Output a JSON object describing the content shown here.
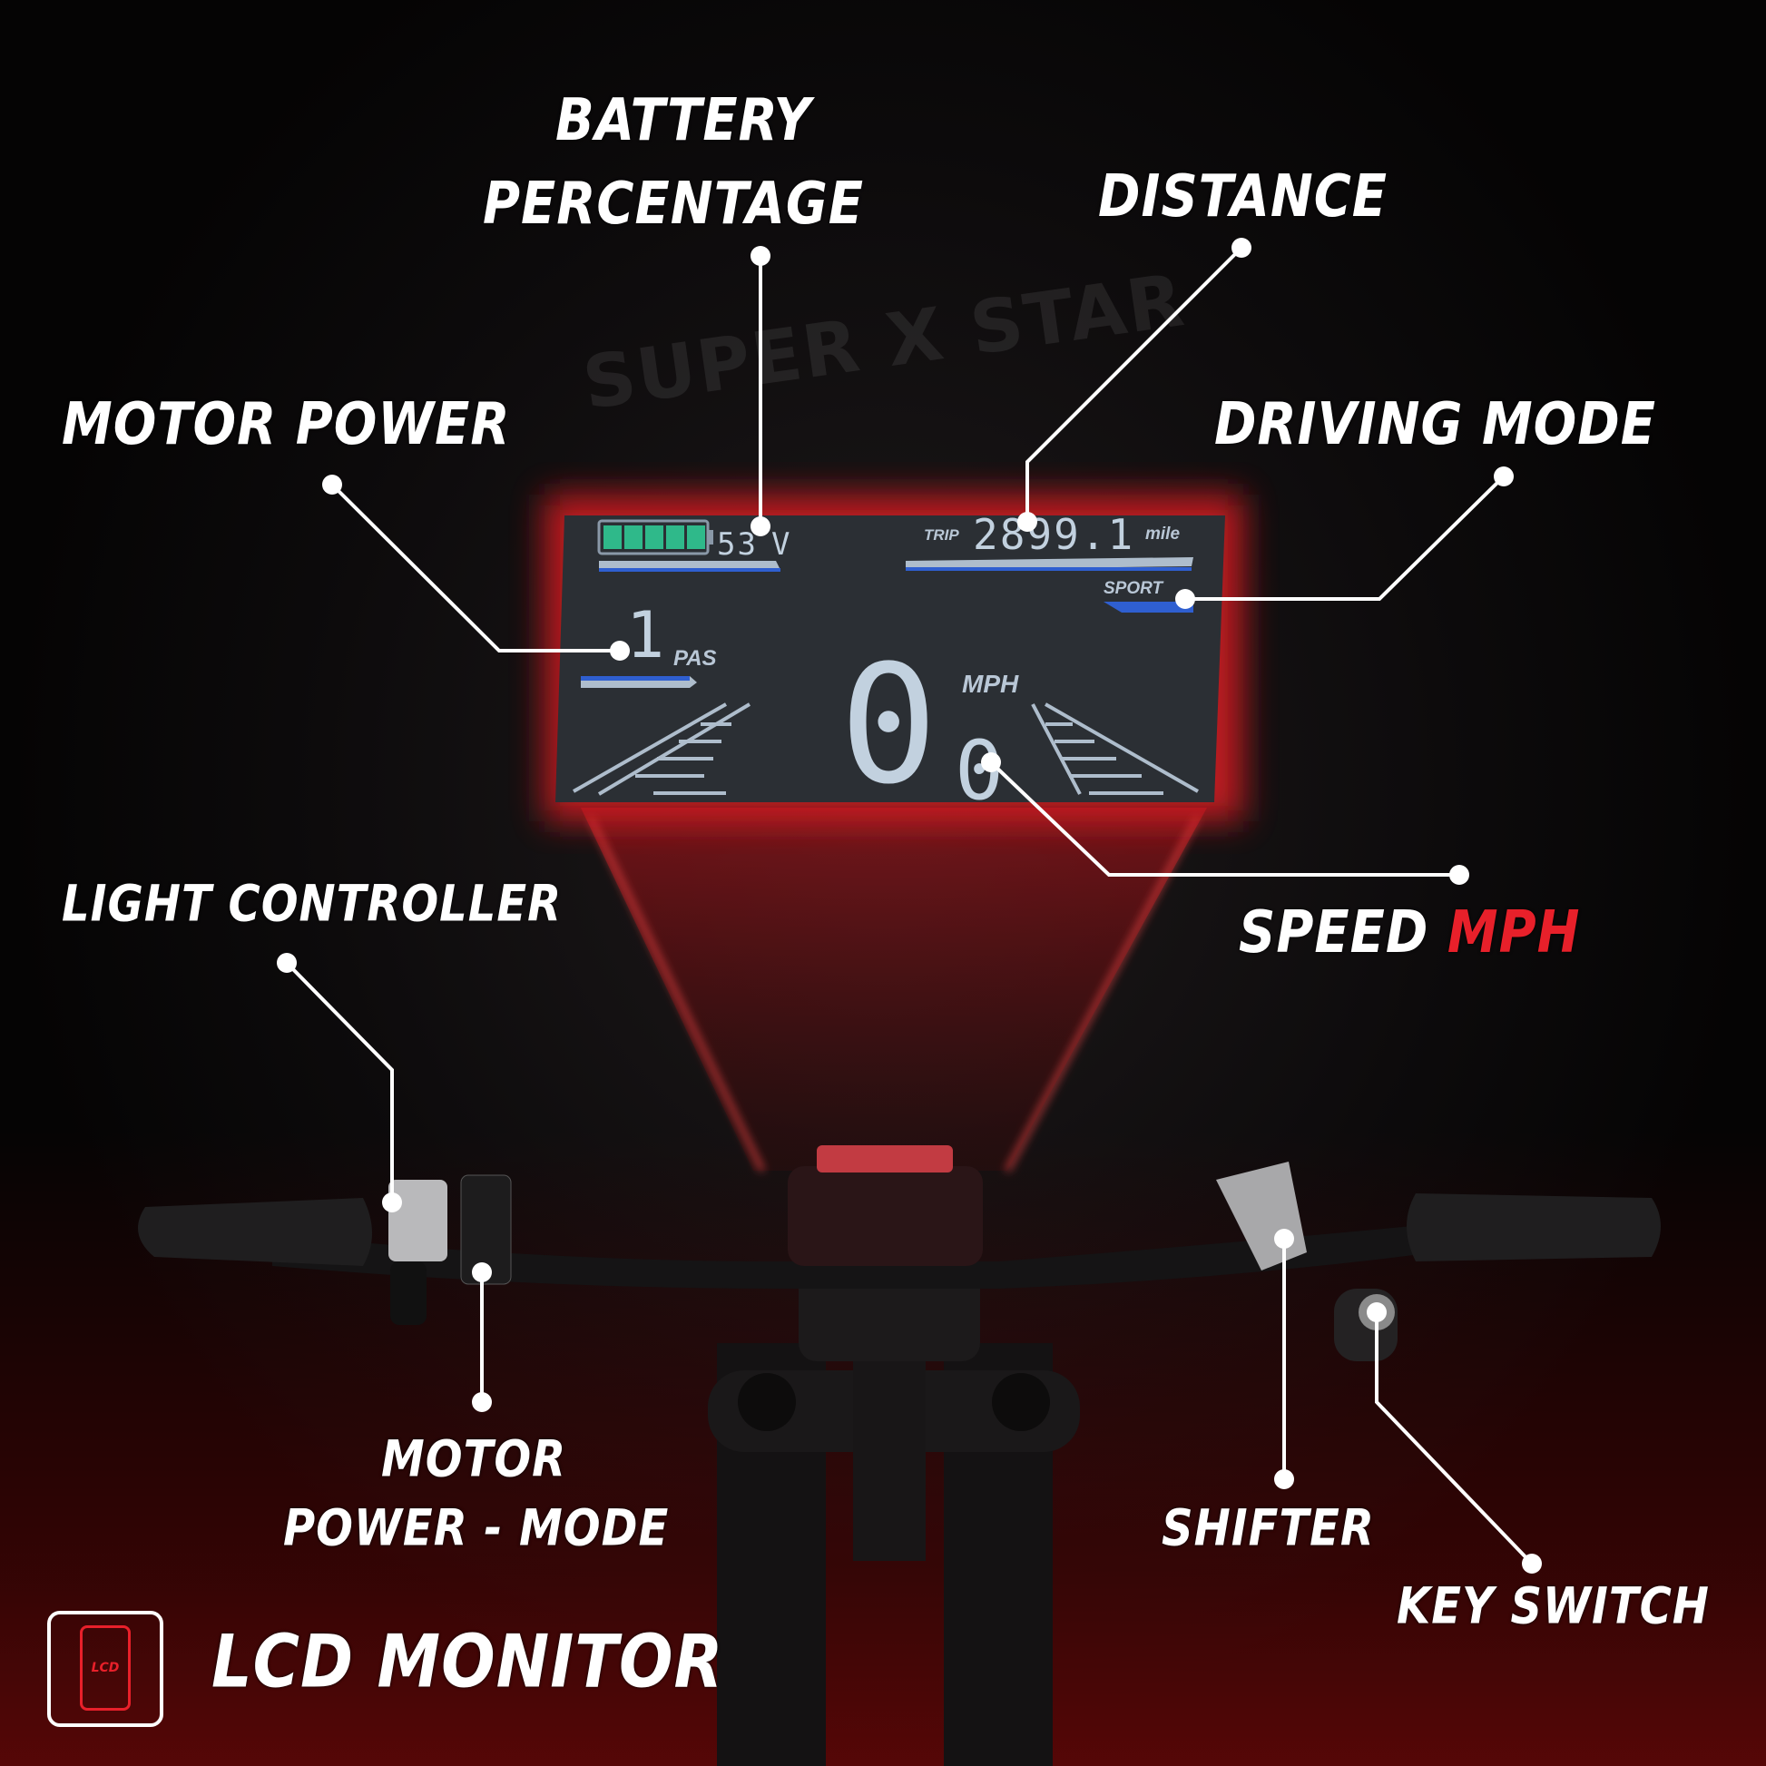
{
  "labels": {
    "battery_line1": "BATTERY",
    "battery_line2": "PERCENTAGE",
    "distance": "DISTANCE",
    "motor_power": "MOTOR POWER",
    "driving_mode": "DRIVING MODE",
    "light_controller": "LIGHT CONTROLLER",
    "speed": "SPEED",
    "speed_unit": "MPH",
    "motor_power_mode_line1": "MOTOR",
    "motor_power_mode_line2": "POWER - MODE",
    "shifter": "SHIFTER",
    "key_switch": "KEY SWITCH"
  },
  "footer": {
    "title": "LCD MONITOR",
    "icon_text": "LCD",
    "icon": "lcd-phone-icon"
  },
  "watermark": "SUPER X STAR",
  "lcd": {
    "battery_bars": 5,
    "battery_level_percent": 100,
    "voltage": "53",
    "voltage_unit": "V",
    "trip_label": "TRIP",
    "trip_value": "2899.1",
    "trip_unit": "mile",
    "mode": "SPORT",
    "pas_level": "1",
    "pas_label": "PAS",
    "speed_int": "0",
    "speed_dec": "0",
    "speed_unit": "MPH"
  },
  "colors": {
    "accent": "#e8202a",
    "battery": "#2fb98a",
    "lcd_bar": "#2f5fd0",
    "lcd_bg": "#2b2f34"
  }
}
